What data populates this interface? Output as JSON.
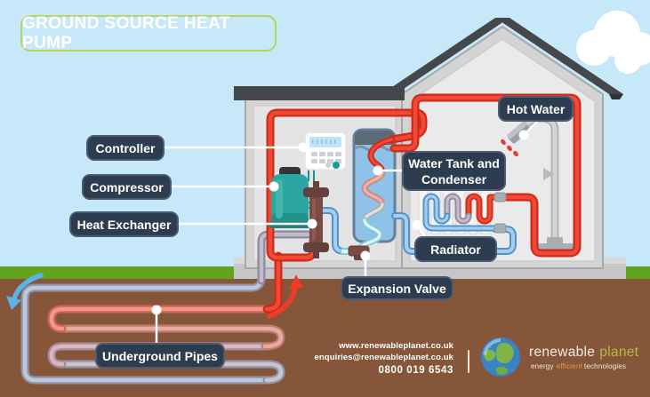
{
  "title": "GROUND SOURCE HEAT PUMP",
  "labels": {
    "controller": "Controller",
    "compressor": "Compressor",
    "heat_exchanger": "Heat Exchanger",
    "hot_water": "Hot Water",
    "water_tank_condenser": "Water Tank and Condenser",
    "radiator": "Radiator",
    "expansion_valve": "Expansion Valve",
    "underground_pipes": "Underground Pipes"
  },
  "footer": {
    "website": "www.renewableplanet.co.uk",
    "email": "enquiries@renewableplanet.co.uk",
    "phone": "0800 019 6543"
  },
  "logo": {
    "brand_word1": "renewable",
    "brand_word2": "planet",
    "tagline_word1": "energy",
    "tagline_word2": "efficient",
    "tagline_word3": "technologies"
  },
  "icons": {
    "globe-icon": "blue earth globe with green continents",
    "cloud-icon": "white cloud behind roof",
    "flow-up-arrow-icon": "red curved arrow showing warm flow rising into house",
    "flow-down-arrow-icon": "blue curved arrow showing cold flow descending",
    "shower-icon": "shower head with red hot-water drops"
  },
  "colors": {
    "sky_blue": "#c7e8f8",
    "grass_green": "#63a41f",
    "soil_brown": "#855639",
    "accent_green": "#a5c751",
    "label_navy": "#2d3c4e",
    "hot_pipe_red": "#ee4231",
    "cold_pipe_blue": "#5e9cd3",
    "ground_pipe_gray": "#8b96ac",
    "refrigerant_cyan": "#bfeef2",
    "compressor_teal": "#2ba6a1",
    "tank_blue": "#8fc2e8",
    "roof_gray": "#44474b",
    "wall_gray": "#d4d4d4",
    "logo_green": "#b6bc40",
    "logo_orange": "#df9f3f"
  }
}
